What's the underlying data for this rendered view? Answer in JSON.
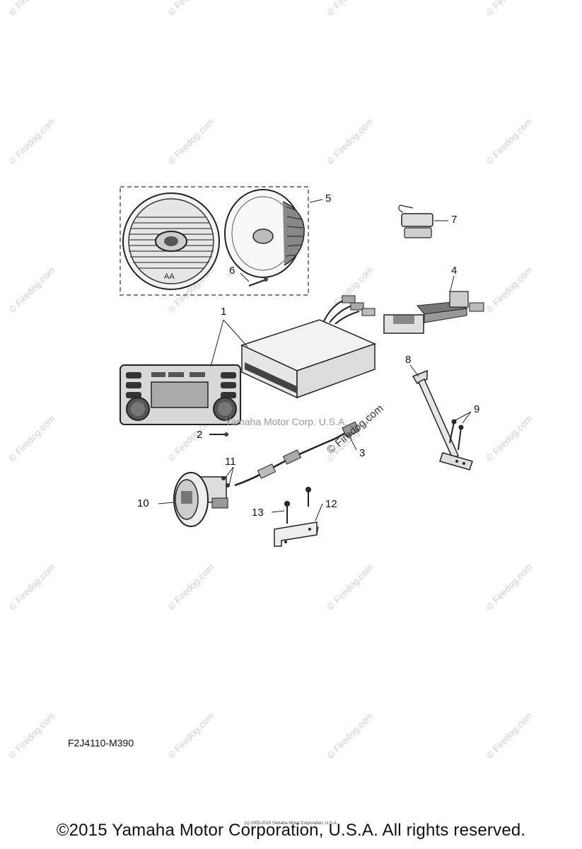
{
  "watermark": {
    "text": "© Firedog.com"
  },
  "callouts": [
    {
      "id": "1",
      "label": "1"
    },
    {
      "id": "2",
      "label": "2"
    },
    {
      "id": "3",
      "label": "3"
    },
    {
      "id": "4",
      "label": "4"
    },
    {
      "id": "5",
      "label": "5"
    },
    {
      "id": "6",
      "label": "6"
    },
    {
      "id": "7",
      "label": "7"
    },
    {
      "id": "8",
      "label": "8"
    },
    {
      "id": "9",
      "label": "9"
    },
    {
      "id": "10",
      "label": "10"
    },
    {
      "id": "11",
      "label": "11"
    },
    {
      "id": "12",
      "label": "12"
    },
    {
      "id": "13",
      "label": "13"
    }
  ],
  "inline_watermark": "Yamaha Motor Corp. U.S.A.",
  "inline_firedog": "© Firedog.com",
  "figure_code": "F2J4110-M390",
  "footer": {
    "copyright": "©2015 Yamaha Motor Corporation, U.S.A. All rights reserved.",
    "fine_print": "(c) 2005-2015 Yamaha Motor Corporation, U.S.A."
  }
}
